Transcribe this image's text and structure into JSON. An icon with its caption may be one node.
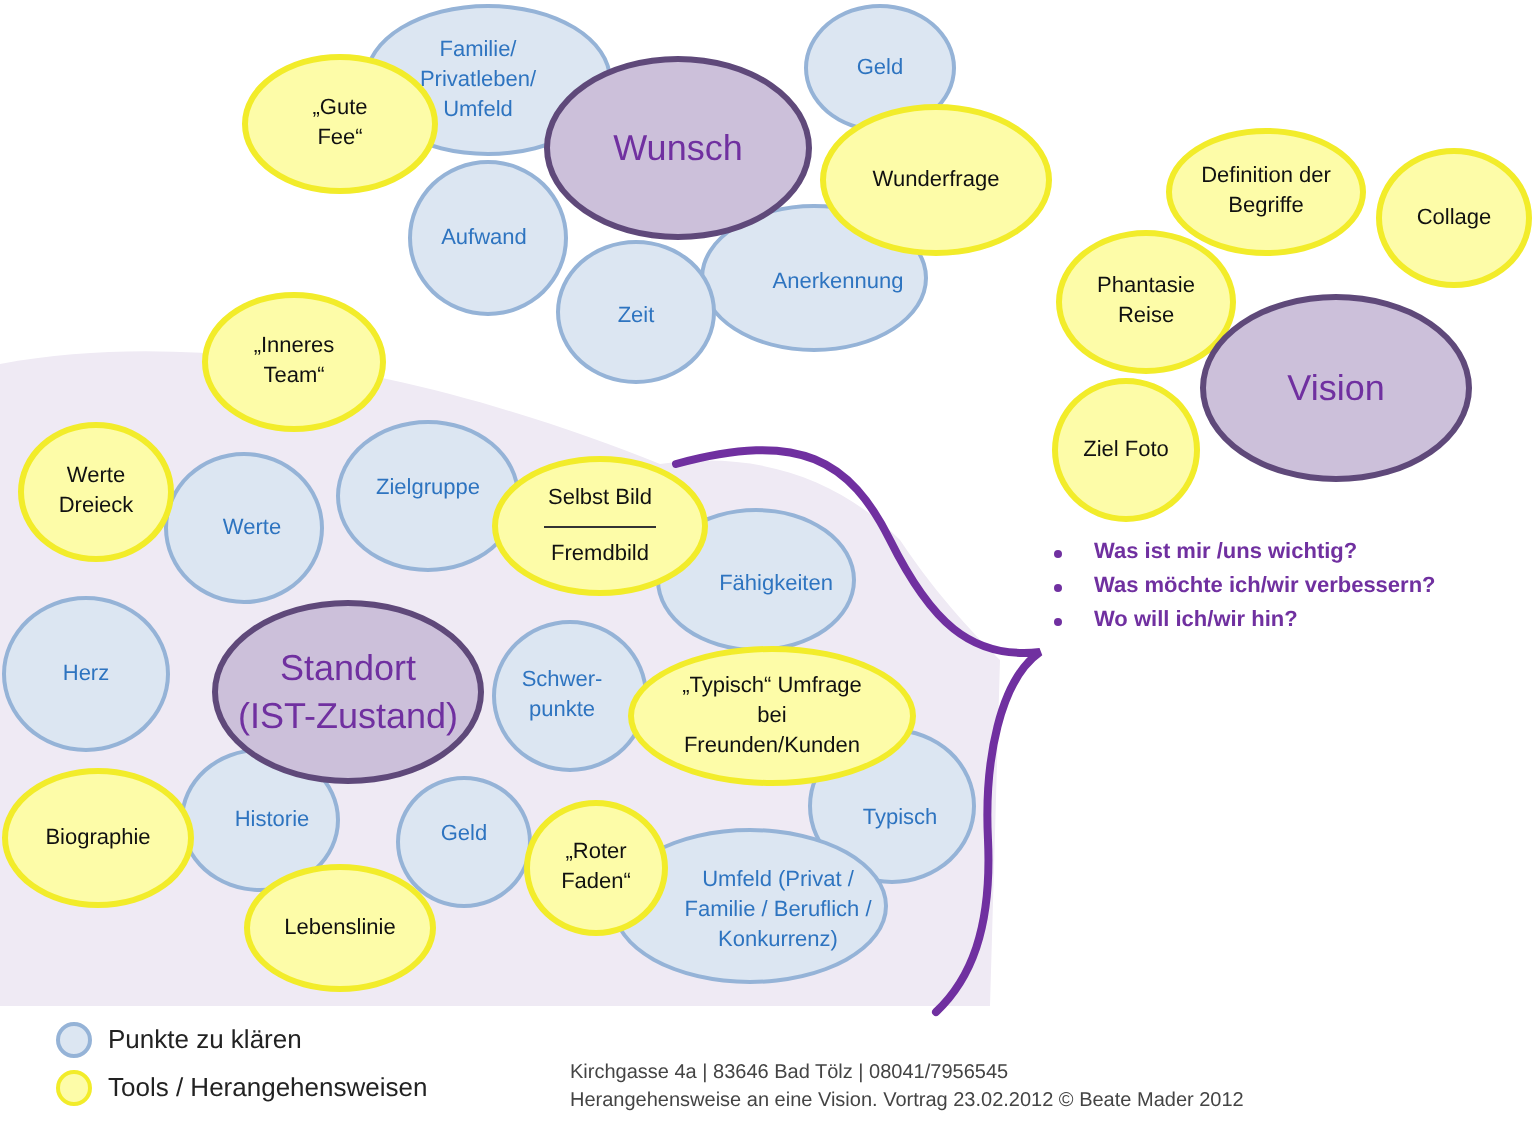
{
  "diagram": {
    "nodes": [
      {
        "text": [
          "Familie/ Privatleben/ Umfeld"
        ]
      },
      {
        "text": [
          "Geld"
        ]
      },
      {
        "text": [
          "„Gute Fee“"
        ]
      },
      {
        "text": [
          "Wunsch"
        ]
      },
      {
        "text": [
          "Wunderfrage"
        ]
      },
      {
        "text": [
          "Aufwand"
        ]
      },
      {
        "text": [
          "Anerkennung"
        ]
      },
      {
        "text": [
          "Zeit"
        ]
      },
      {
        "text": [
          "Definition der Begriffe"
        ]
      },
      {
        "text": [
          "Collage"
        ]
      },
      {
        "text": [
          "Phantasie Reise"
        ]
      },
      {
        "text": [
          "Vision"
        ]
      },
      {
        "text": [
          "Ziel Foto"
        ]
      },
      {
        "text": [
          "„Inneres Team“"
        ]
      },
      {
        "text": [
          "Werte Dreieck"
        ]
      },
      {
        "text": [
          "Werte"
        ]
      },
      {
        "text": [
          "Zielgruppe"
        ]
      },
      {
        "text": [
          "Selbst Bild",
          "Fremdbild"
        ]
      },
      {
        "text": [
          "Fähigkeiten"
        ]
      },
      {
        "text": [
          "Herz"
        ]
      },
      {
        "text": [
          "Standort",
          "(IST-Zustand)"
        ]
      },
      {
        "text": [
          "Schwer-punkte"
        ]
      },
      {
        "text": [
          "„Typisch“ Umfrage bei Freunden/Kunden"
        ]
      },
      {
        "text": [
          "Typisch"
        ]
      },
      {
        "text": [
          "Historie"
        ]
      },
      {
        "text": [
          "Biographie"
        ]
      },
      {
        "text": [
          "Geld"
        ]
      },
      {
        "text": [
          "„Roter Faden“"
        ]
      },
      {
        "text": [
          "Umfeld (Privat / Familie / Beruflich / Konkurrenz)"
        ]
      },
      {
        "text": [
          "Lebenslinie"
        ]
      }
    ],
    "labels": [
      "Was ist mir /uns wichtig?",
      "Was möchte ich/wir verbessern?",
      "Wo will ich/wir hin?",
      "Kirchgasse 4a | 83646 Bad Tölz | 08041/7956545",
      "Herangehensweise an eine Vision. Vortrag 23.02.2012 © Beate Mader 2012"
    ],
    "legend": [
      {
        "text": "Punkte zu klären",
        "color": "#dce6f2"
      },
      {
        "text": "Tools / Herangehensweisen",
        "color": "#fdfca8"
      }
    ]
  }
}
